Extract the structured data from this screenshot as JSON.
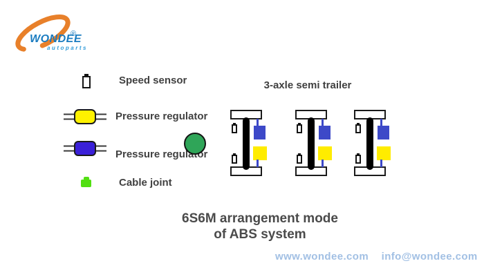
{
  "logo": {
    "brand": "WONDEE",
    "subtitle": "autoparts",
    "registered_mark": "®"
  },
  "legend": {
    "items": [
      {
        "icon": "speed-sensor-icon",
        "label": "Speed sensor"
      },
      {
        "icon": "pressure-regulator-yellow-icon",
        "label": "Pressure regulator"
      },
      {
        "icon": "pressure-regulator-blue-icon",
        "label": "Pressure regulator"
      },
      {
        "icon": "cable-joint-icon",
        "label": "Cable joint"
      }
    ]
  },
  "diagram": {
    "heading": "3-axle semi trailer",
    "axle_count": 3,
    "per_axle": {
      "speed_sensors": 2,
      "blue_regulators": 1,
      "yellow_regulators": 1
    }
  },
  "caption": {
    "line1": "6S6M arrangement mode",
    "line2": "of ABS system"
  },
  "footer": {
    "website": "www.wondee.com",
    "email": "info@wondee.com"
  },
  "colors": {
    "brand_orange": "#E8802A",
    "brand_blue": "#1B7CC0",
    "brand_light_blue": "#2E9AD8",
    "regulator_yellow_legend": "#FFF200",
    "regulator_yellow_diagram": "#FFEC00",
    "regulator_blue_legend": "#3A20D8",
    "regulator_blue_diagram": "#3D49C8",
    "cable_joint_green": "#52DF12",
    "junction_green": "#2FA558",
    "heading_gray": "#3F3F3F",
    "caption_gray": "#4A4A4A",
    "footer_blue": "#A2C0E4"
  }
}
